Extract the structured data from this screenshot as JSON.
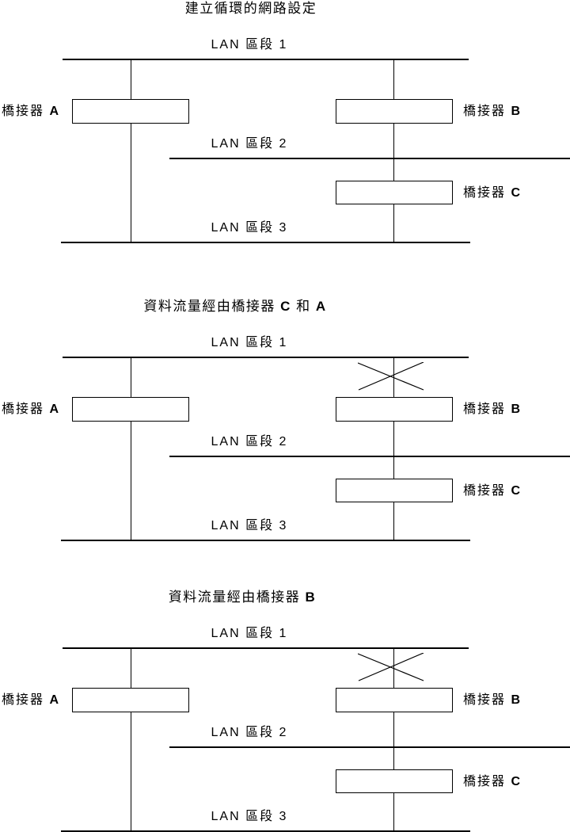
{
  "page": {
    "background_color": "#ffffff",
    "line_color": "#000000",
    "text_color": "#000000"
  },
  "diagrams": [
    {
      "name": "loop-setup",
      "title_segments": [
        {
          "text": "建立循環的網路設定",
          "bold": false
        }
      ],
      "lan_segments": {
        "lan1": "LAN 區段 1",
        "lan2": "LAN 區段 2",
        "lan3": "LAN 區段 3"
      },
      "bridges": {
        "a_segments": [
          {
            "text": "橋接器 ",
            "bold": false
          },
          {
            "text": "A",
            "bold": true
          }
        ],
        "b_segments": [
          {
            "text": "橋接器 ",
            "bold": false
          },
          {
            "text": "B",
            "bold": true
          }
        ],
        "c_segments": [
          {
            "text": "橋接器 ",
            "bold": false
          },
          {
            "text": "C",
            "bold": true
          }
        ]
      },
      "blocked_link_above_bridge_b": false
    },
    {
      "name": "traffic-via-c-and-a",
      "title_segments": [
        {
          "text": "資料流量經由橋接器 ",
          "bold": false
        },
        {
          "text": "C",
          "bold": true
        },
        {
          "text": " 和 ",
          "bold": false
        },
        {
          "text": "A",
          "bold": true
        }
      ],
      "lan_segments": {
        "lan1": "LAN 區段 1",
        "lan2": "LAN 區段 2",
        "lan3": "LAN 區段 3"
      },
      "bridges": {
        "a_segments": [
          {
            "text": "橋接器 ",
            "bold": false
          },
          {
            "text": "A",
            "bold": true
          }
        ],
        "b_segments": [
          {
            "text": "橋接器 ",
            "bold": false
          },
          {
            "text": "B",
            "bold": true
          }
        ],
        "c_segments": [
          {
            "text": "橋接器 ",
            "bold": false
          },
          {
            "text": "C",
            "bold": true
          }
        ]
      },
      "blocked_link_above_bridge_b": true
    },
    {
      "name": "traffic-via-b",
      "title_segments": [
        {
          "text": "資料流量經由橋接器 ",
          "bold": false
        },
        {
          "text": "B",
          "bold": true
        }
      ],
      "lan_segments": {
        "lan1": "LAN 區段 1",
        "lan2": "LAN 區段 2",
        "lan3": "LAN 區段 3"
      },
      "bridges": {
        "a_segments": [
          {
            "text": "橋接器 ",
            "bold": false
          },
          {
            "text": "A",
            "bold": true
          }
        ],
        "b_segments": [
          {
            "text": "橋接器 ",
            "bold": false
          },
          {
            "text": "B",
            "bold": true
          }
        ],
        "c_segments": [
          {
            "text": "橋接器 ",
            "bold": false
          },
          {
            "text": "C",
            "bold": true
          }
        ]
      },
      "blocked_link_above_bridge_b": true
    }
  ]
}
